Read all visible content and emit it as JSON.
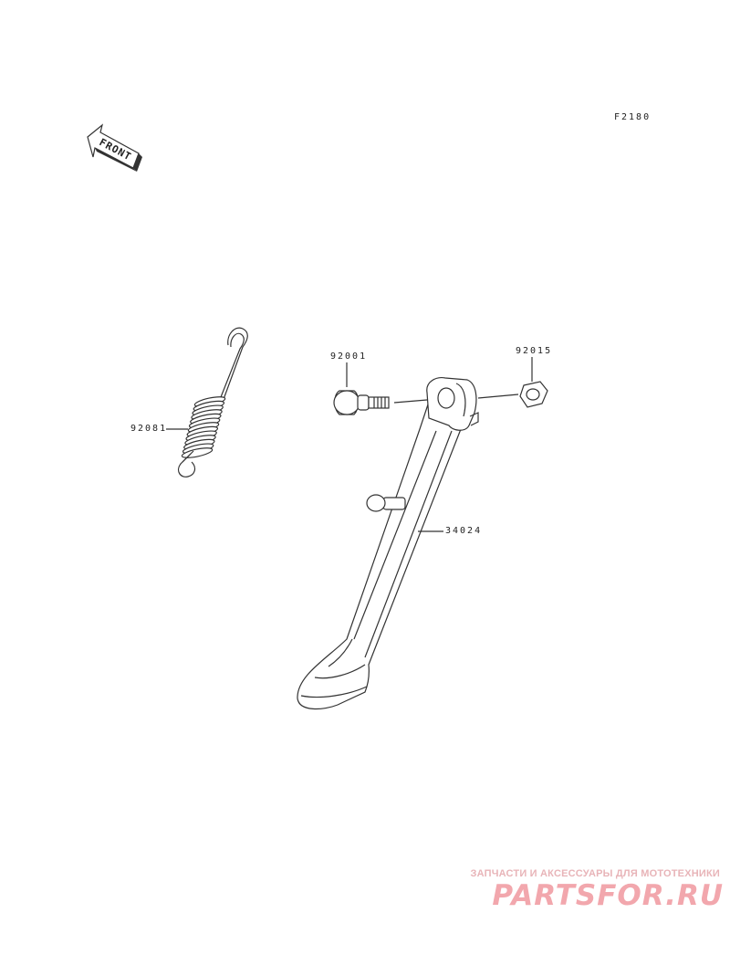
{
  "diagram_code": "F2180",
  "front_arrow_text": "FRONT",
  "parts": [
    {
      "part_number": "92081"
    },
    {
      "part_number": "92001"
    },
    {
      "part_number": "92015"
    },
    {
      "part_number": "34024"
    }
  ],
  "watermark": {
    "tagline": "ЗАПЧАСТИ И АКСЕССУАРЫ ДЛЯ МОТОТЕХНИКИ",
    "logo": "PARTSFOR.RU"
  },
  "colors": {
    "line": "#333333",
    "watermark": "#f2a7ad"
  }
}
